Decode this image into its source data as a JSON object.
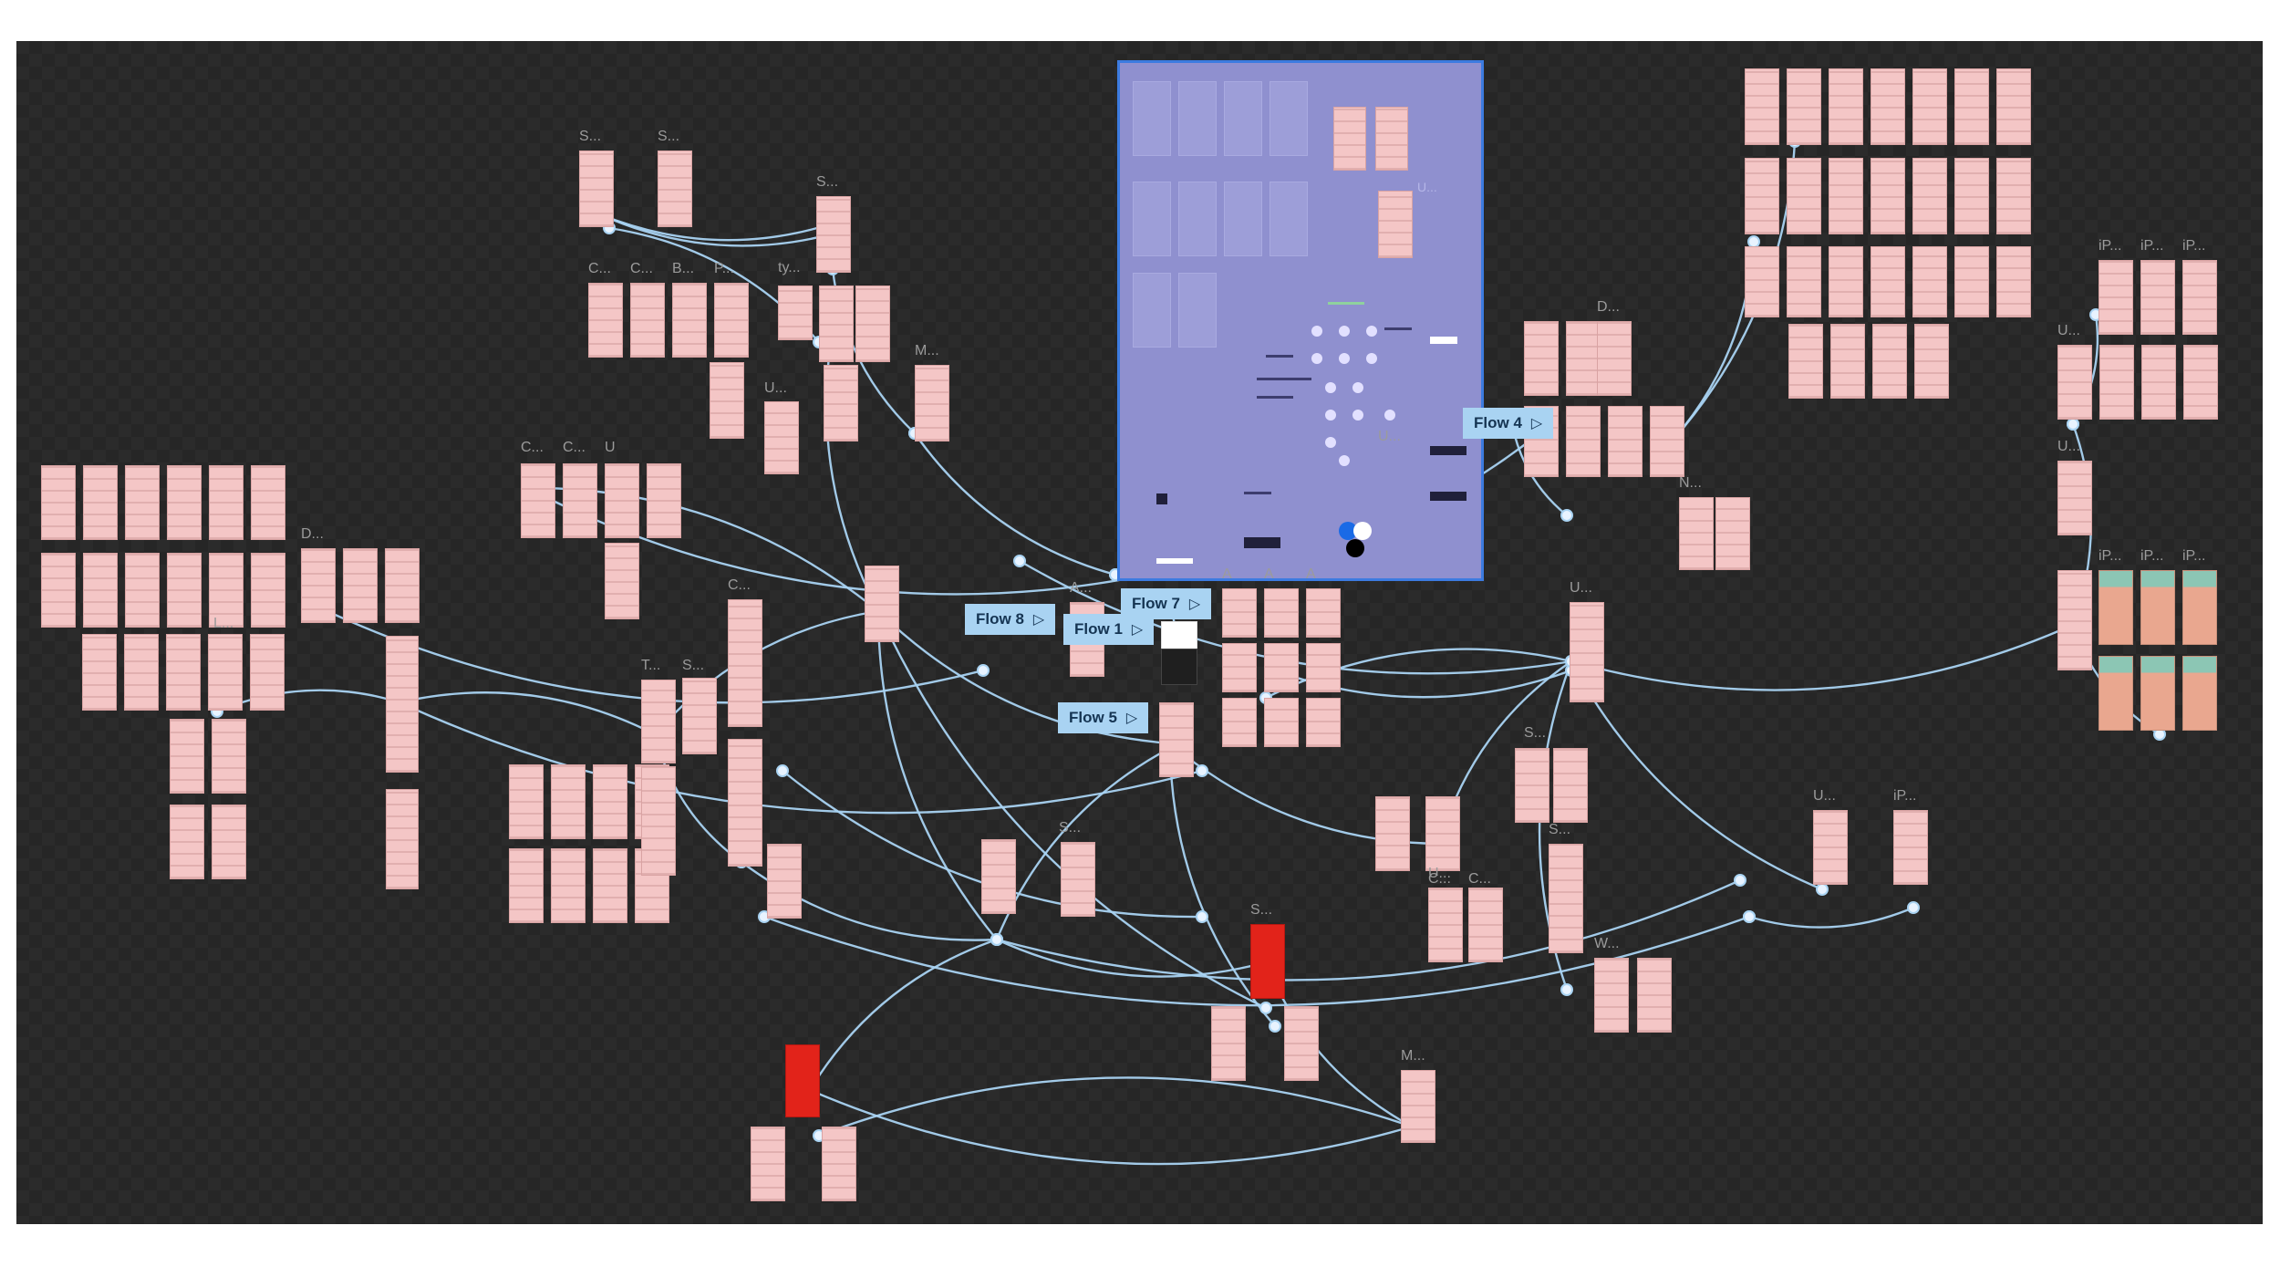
{
  "canvas": {
    "background": "#2b2b2b",
    "connector_color": "#a9d3f2"
  },
  "flows": [
    {
      "label": "Flow 4",
      "icon": "play-icon"
    },
    {
      "label": "Flow 7",
      "icon": "play-icon"
    },
    {
      "label": "Flow 8",
      "icon": "play-icon"
    },
    {
      "label": "Flow 1",
      "icon": "play-icon"
    },
    {
      "label": "Flow 5",
      "icon": "play-icon"
    }
  ],
  "frame_labels": [
    "S...",
    "S...",
    "S...",
    "C...",
    "C...",
    "B...",
    "P...",
    "ty...",
    "U...",
    "M...",
    "C...",
    "C...",
    "U",
    "D...",
    "L...",
    "C...",
    "T...",
    "S...",
    "A...",
    "A",
    "A",
    "A",
    "U...",
    "D...",
    "N...",
    "U...",
    "S...",
    "U...",
    "S...",
    "C...",
    "C...",
    "W...",
    "iP...",
    "iP...",
    "iP...",
    "U...",
    "U...",
    "iP...",
    "iP...",
    "iP...",
    "U...",
    "iP...",
    "S...",
    "S...",
    "M..."
  ],
  "style_guide": {
    "swatches": [
      "#1a6ae6",
      "#ffffff",
      "#000000"
    ],
    "labels": [
      "U..."
    ]
  }
}
